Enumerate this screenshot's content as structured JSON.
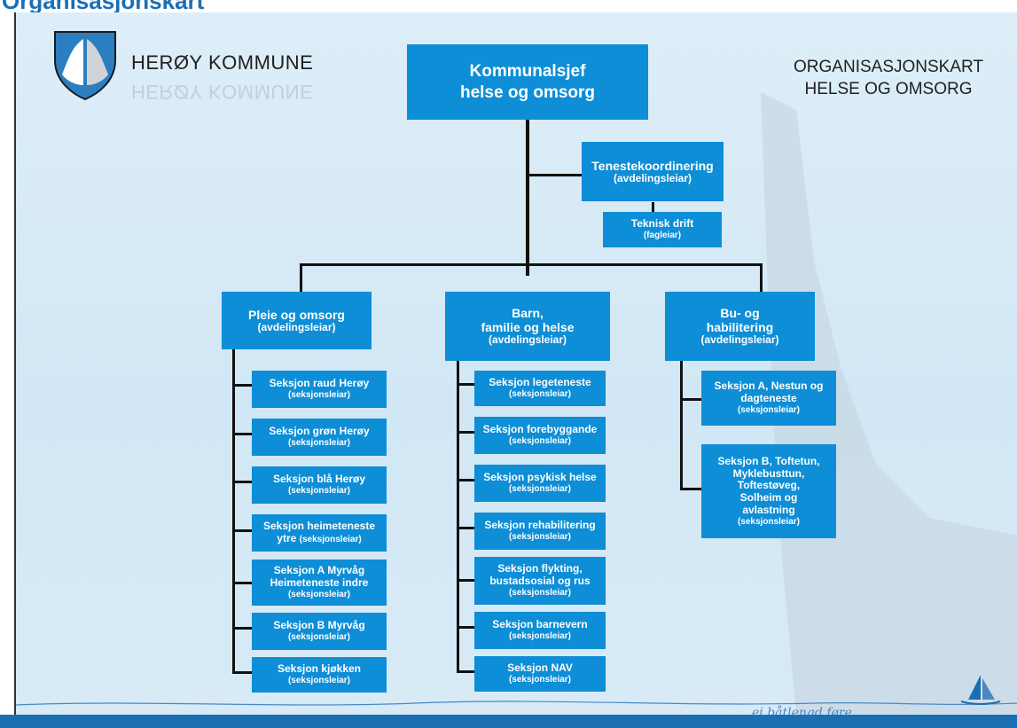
{
  "header": {
    "cut_title": "Organisasjonskart"
  },
  "logo": {
    "municipality": "HERØY KOMMUNE"
  },
  "doc_title": {
    "line1": "ORGANISASJONSKART",
    "line2": "HELSE OG OMSORG"
  },
  "top": {
    "title1": "Kommunalsjef",
    "title2": "helse og omsorg"
  },
  "coord": {
    "title": "Tenestekoordinering",
    "sub": "(avdelingsleiar)"
  },
  "teknisk": {
    "title": "Teknisk drift",
    "sub": "(fagleiar)"
  },
  "dept1": {
    "title": "Pleie og omsorg",
    "sub": "(avdelingsleiar)"
  },
  "dept2": {
    "title1": "Barn,",
    "title2": "familie og helse",
    "sub": "(avdelingsleiar)"
  },
  "dept3": {
    "title1": "Bu- og",
    "title2": "habilitering",
    "sub": "(avdelingsleiar)"
  },
  "col1": [
    {
      "t": "Seksjon raud Herøy",
      "s": "(seksjonsleiar)"
    },
    {
      "t": "Seksjon grøn Herøy",
      "s": "(seksjonsleiar)"
    },
    {
      "t": "Seksjon blå Herøy",
      "s": "(seksjonsleiar)"
    },
    {
      "t": "Seksjon heimeteneste",
      "t2": "ytre",
      "s": "(seksjonsleiar)"
    },
    {
      "t": "Seksjon A Myrvåg",
      "t2": "Heimeteneste indre",
      "s": "(seksjonsleiar)"
    },
    {
      "t": "Seksjon B Myrvåg",
      "s": "(seksjonsleiar)"
    },
    {
      "t": "Seksjon kjøkken",
      "s": "(seksjonsleiar)"
    }
  ],
  "col2": [
    {
      "t": "Seksjon legeteneste",
      "s": "(seksjonsleiar)"
    },
    {
      "t": "Seksjon forebyggande",
      "s": "(seksjonsleiar)"
    },
    {
      "t": "Seksjon psykisk helse",
      "s": "(seksjonsleiar)"
    },
    {
      "t": "Seksjon rehabilitering",
      "s": "(seksjonsleiar)"
    },
    {
      "t": "Seksjon flykting,",
      "t2": "bustadsosial og rus",
      "s": "(seksjonsleiar)"
    },
    {
      "t": "Seksjon barnevern",
      "s": "(seksjonsleiar)"
    },
    {
      "t": "Seksjon NAV",
      "s": "(seksjonsleiar)"
    }
  ],
  "col3": [
    {
      "lines": [
        "Seksjon A, Nestun og",
        "dagteneste"
      ],
      "s": "(seksjonsleiar)"
    },
    {
      "lines": [
        "Seksjon B, Toftetun,",
        "Myklebusttun,",
        "Toftestøveg,",
        "Solheim og",
        "avlastning"
      ],
      "s": "(seksjonsleiar)"
    }
  ],
  "footer": {
    "slogan": "ei båtlengd føre"
  },
  "colors": {
    "box": "#0e8ed6",
    "bar": "#1a6fb2",
    "background": "#d6eaf6"
  }
}
